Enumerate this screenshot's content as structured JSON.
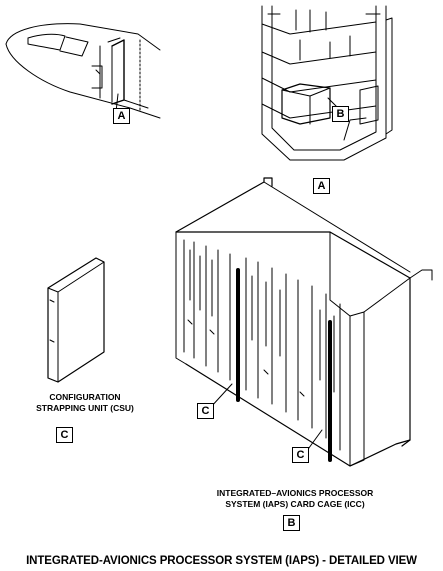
{
  "views": {
    "a_callout": "A",
    "b_callout_top": "B",
    "a_view_label": "A",
    "c_callout_1": "C",
    "c_callout_2": "C",
    "c_view_label": "C",
    "b_view_label": "B"
  },
  "labels": {
    "csu_line1": "CONFIGURATION",
    "csu_line2": "STRAPPING UNIT (CSU)",
    "icc_line1": "INTEGRATED–AVIONICS PROCESSOR",
    "icc_line2": "SYSTEM (IAPS) CARD CAGE (ICC)"
  },
  "figure_title": "INTEGRATED-AVIONICS PROCESSOR SYSTEM (IAPS) - DETAILED VIEW"
}
